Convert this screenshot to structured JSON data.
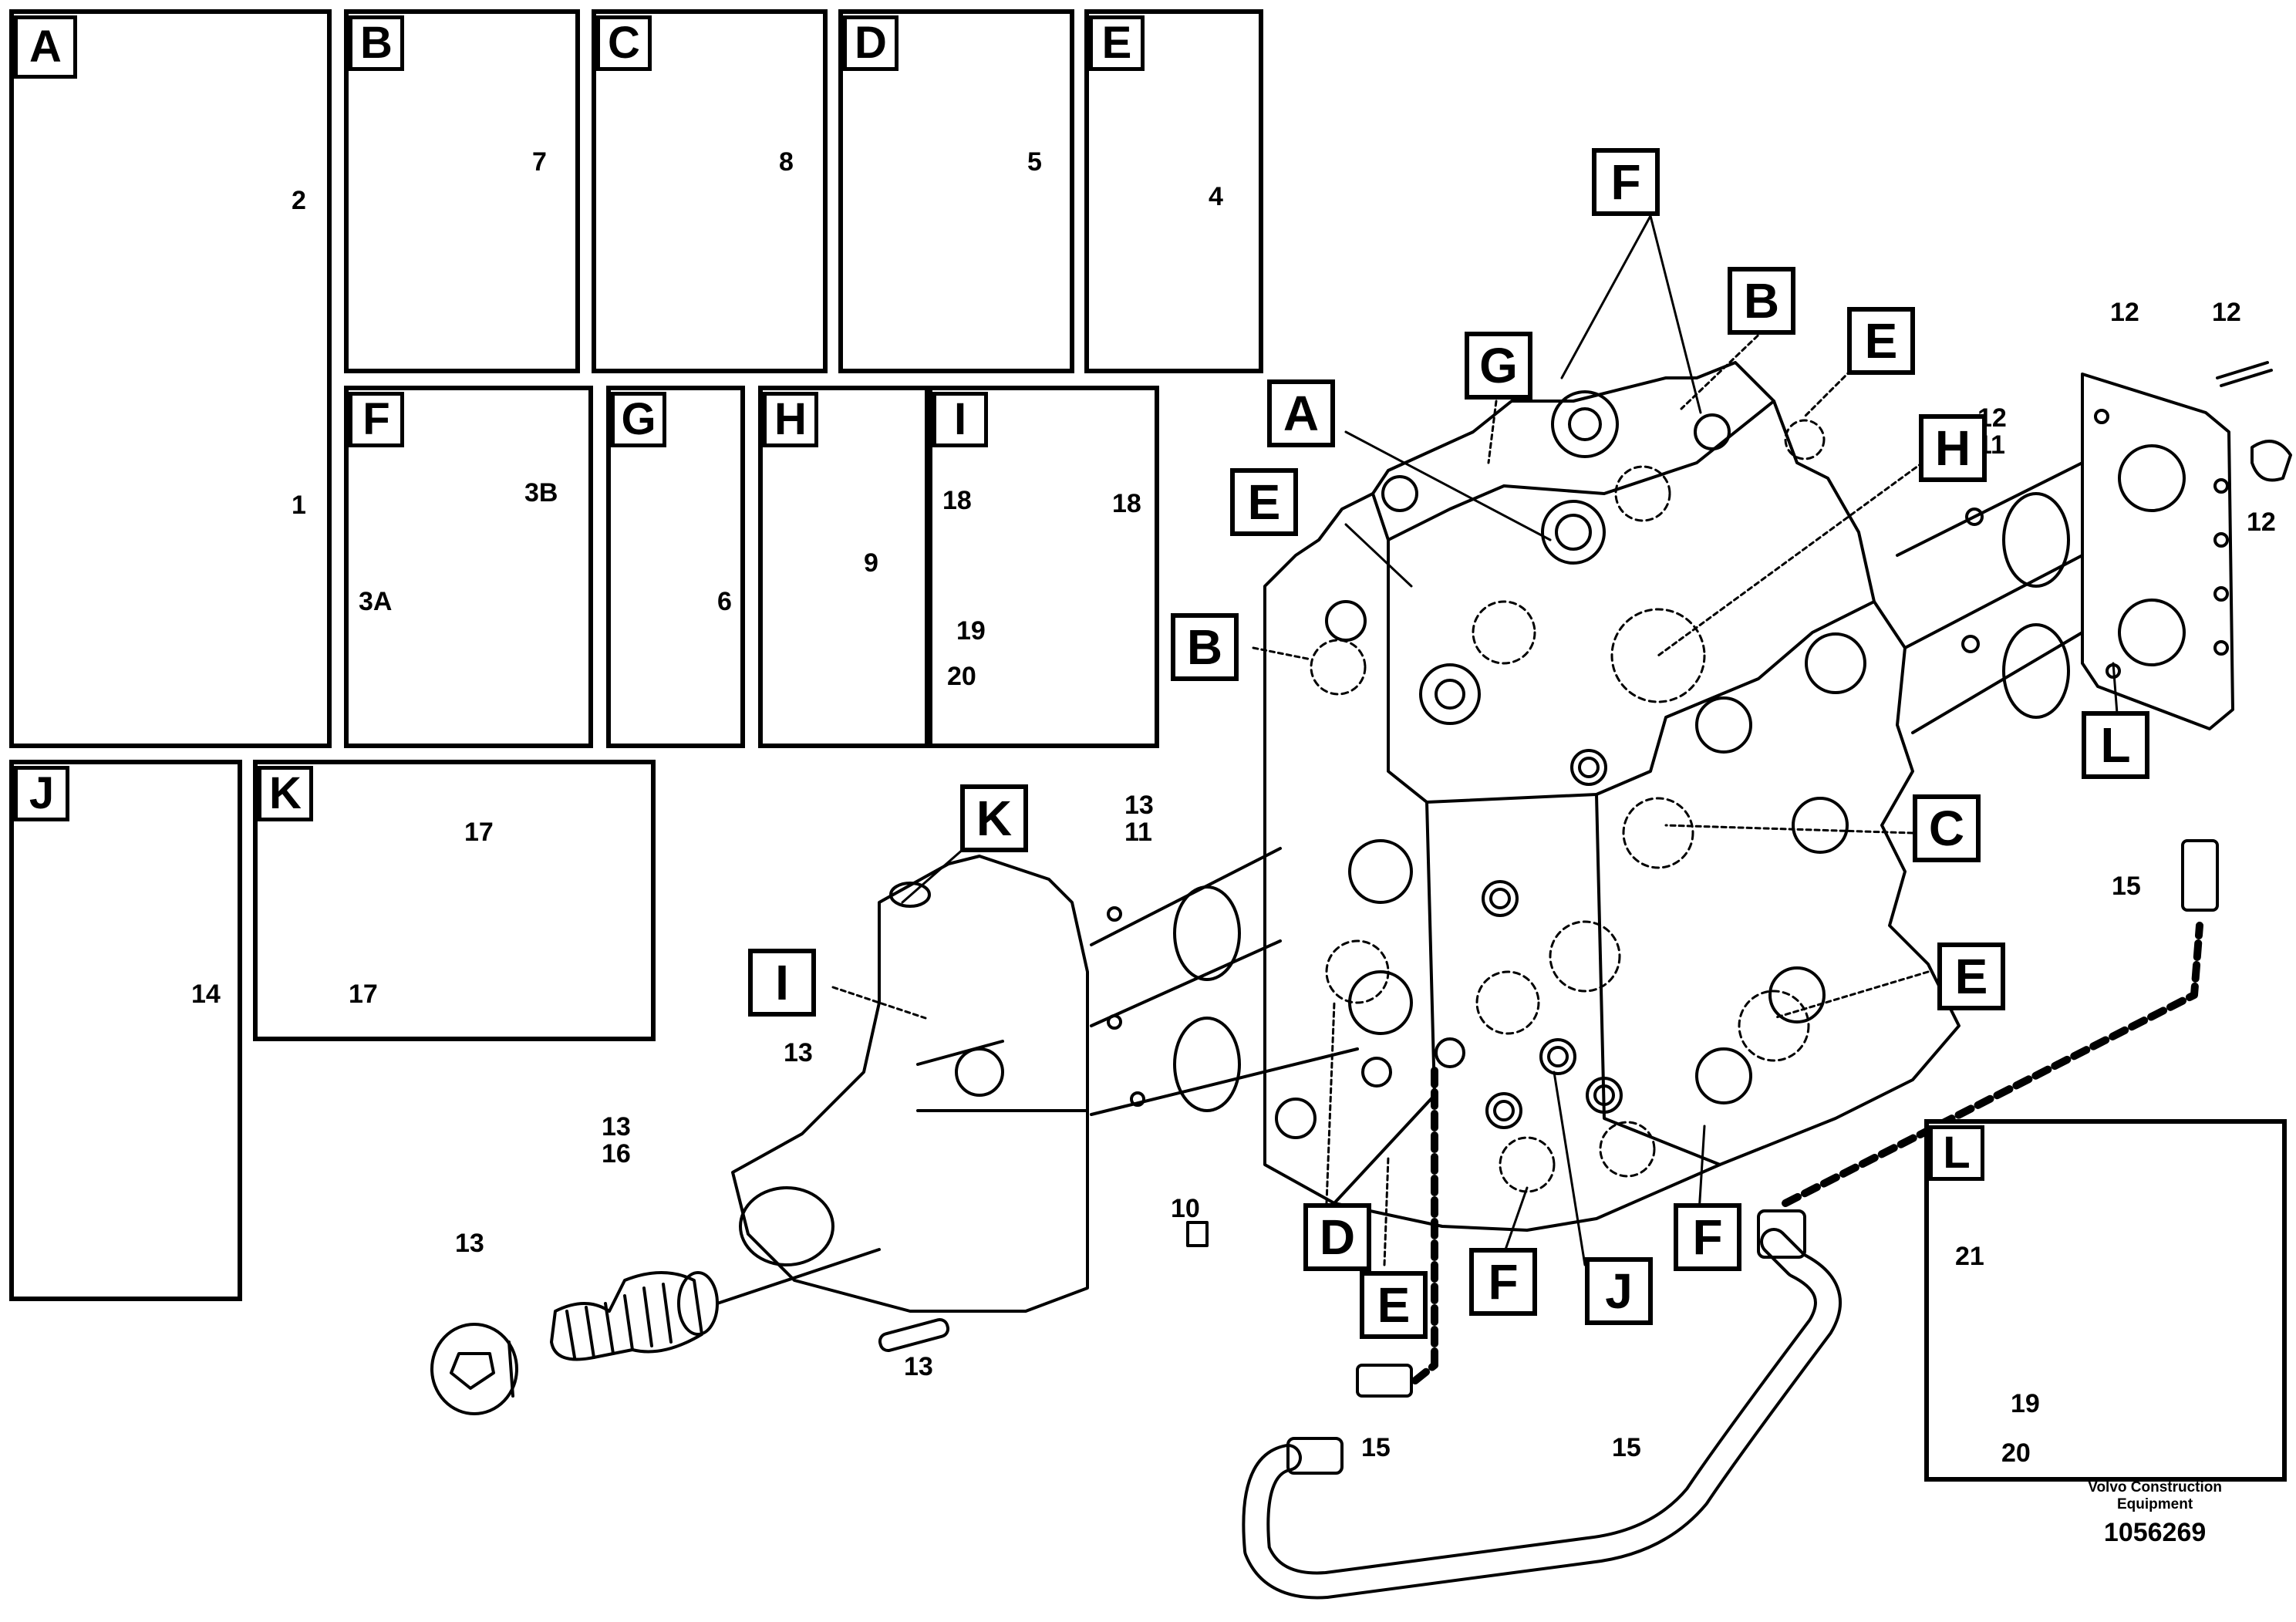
{
  "panels": [
    {
      "id": "A"
    },
    {
      "id": "B"
    },
    {
      "id": "C"
    },
    {
      "id": "D"
    },
    {
      "id": "E"
    },
    {
      "id": "F"
    },
    {
      "id": "G"
    },
    {
      "id": "H"
    },
    {
      "id": "I"
    },
    {
      "id": "J"
    },
    {
      "id": "K"
    },
    {
      "id": "L"
    }
  ],
  "part_numbers": {
    "a1": "1",
    "a2": "2",
    "b7": "7",
    "c8": "8",
    "d5": "5",
    "e4": "4",
    "f3b": "3B",
    "f3a": "3A",
    "g6": "6",
    "h9": "9",
    "i18a": "18",
    "i18b": "18",
    "i19": "19",
    "i20": "20",
    "j14": "14",
    "k17a": "17",
    "k17b": "17",
    "l21": "21",
    "l19": "19",
    "l20": "20",
    "m12a": "12",
    "m12b": "12",
    "m12c": "12",
    "m1211a": "12",
    "m1211b": "11",
    "m15r": "15",
    "m1311a": "13",
    "m1311b": "11",
    "m13a": "13",
    "m1316a": "13",
    "m1316b": "16",
    "m13b": "13",
    "m13c": "13",
    "m10": "10",
    "m15b": "15",
    "m15c": "15"
  },
  "callouts": {
    "c_f_top": "F",
    "c_b_top": "B",
    "c_e_top": "E",
    "c_g": "G",
    "c_a": "A",
    "c_h": "H",
    "c_e_left": "E",
    "c_b_left": "B",
    "c_c": "C",
    "c_l": "L",
    "c_k": "K",
    "c_i": "I",
    "c_e_right": "E",
    "c_d": "D",
    "c_e_bot": "E",
    "c_f_bot1": "F",
    "c_j": "J",
    "c_f_bot2": "F"
  },
  "brand": {
    "line1": "Volvo Construction",
    "line2": "Equipment",
    "id": "1056269"
  }
}
